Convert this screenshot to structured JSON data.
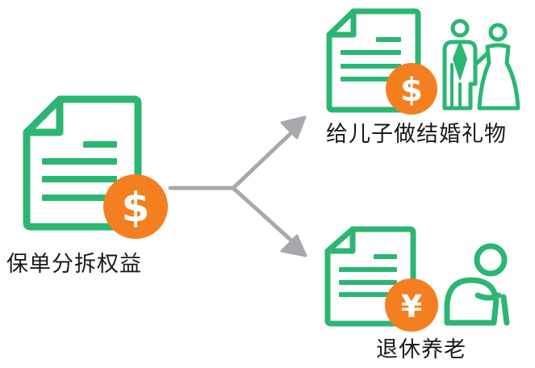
{
  "labels": {
    "split": "保单分拆权益",
    "wedding": "给儿子做结婚礼物",
    "retire": "退休养老"
  },
  "symbols": {
    "dollar": "$",
    "yuan": "¥"
  },
  "colors": {
    "doc_green": "#2bb673",
    "coin_orange": "#f47f20",
    "arrow_gray": "#a7a9ac",
    "text": "#1a1a1a"
  },
  "icons": [
    "policy-document-icon",
    "dollar-coin-icon",
    "yuan-coin-icon",
    "bride-groom-icon",
    "elderly-person-icon",
    "split-arrow-icon"
  ]
}
